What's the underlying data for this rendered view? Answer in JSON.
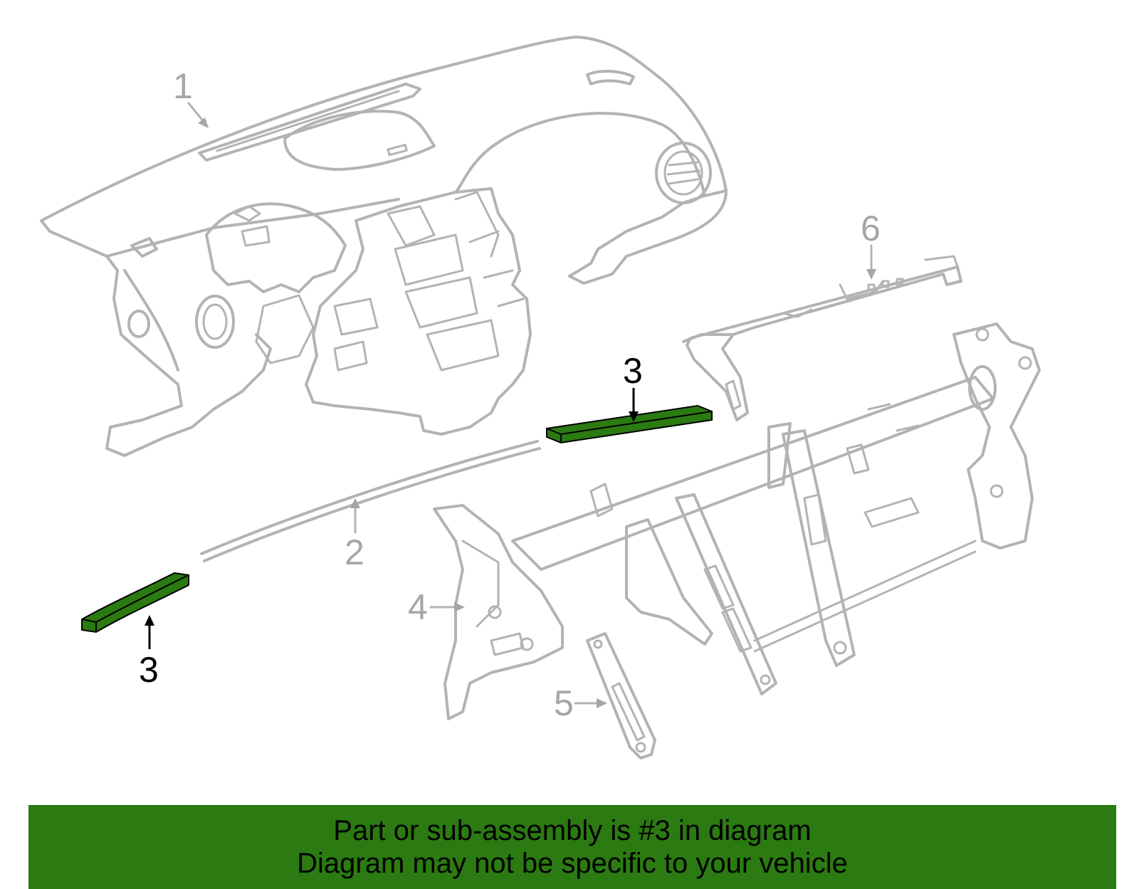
{
  "callouts": {
    "c1": "1",
    "c2": "2",
    "c3_upper": "3",
    "c3_lower": "3",
    "c4": "4",
    "c5": "5",
    "c6": "6"
  },
  "banner": {
    "line1": "Part or sub-assembly is #3 in diagram",
    "line2": "Diagram may not be specific to your vehicle"
  },
  "colors": {
    "highlight": "#2b7a12",
    "outline": "#b3b3b3",
    "banner_bg": "#2b7a12"
  }
}
